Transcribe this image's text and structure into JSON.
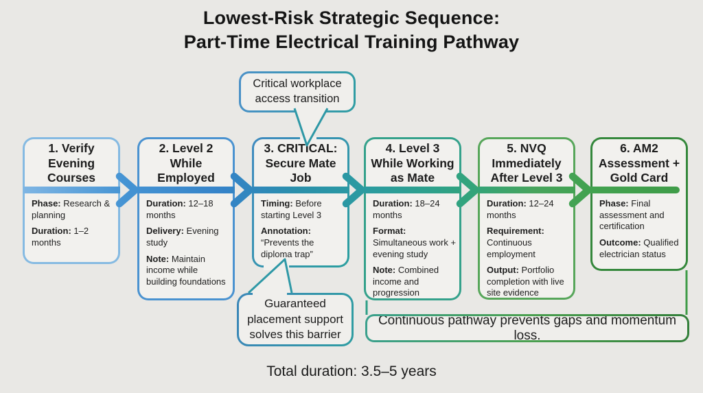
{
  "title": "Lowest-Risk Strategic Sequence:\nPart-Time Electrical Training Pathway",
  "callout_top": {
    "text": "Critical workplace\naccess transition"
  },
  "callout_bottom": {
    "text": "Guaranteed\nplacement support\nsolves this barrier"
  },
  "steps": [
    {
      "heading": "1. Verify\nEvening\nCourses",
      "border_color": "#85bae2",
      "fields": [
        {
          "label": "Phase:",
          "text": "Research & planning"
        },
        {
          "label": "Duration:",
          "text": "1–2 months"
        }
      ]
    },
    {
      "heading": "2. Level 2\nWhile\nEmployed",
      "border_color": "#4a92d0",
      "fields": [
        {
          "label": "Duration:",
          "text": "12–18 months"
        },
        {
          "label": "Delivery:",
          "text": "Evening study"
        },
        {
          "label": "Note:",
          "text": "Maintain income while building foundations"
        }
      ]
    },
    {
      "heading": "3. CRITICAL:\nSecure Mate\nJob",
      "border_color": "#2e95a6",
      "fields": [
        {
          "label": "Timing:",
          "text": "Before starting Level 3"
        },
        {
          "label": "Annotation:",
          "text": "“Prevents the diploma trap”"
        }
      ]
    },
    {
      "heading": "4. Level 3\nWhile Working\nas Mate",
      "border_color": "#34a18b",
      "fields": [
        {
          "label": "Duration:",
          "text": "18–24 months"
        },
        {
          "label": "Format:",
          "text": "Simultaneous work + evening study"
        },
        {
          "label": "Note:",
          "text": "Combined income and progression"
        }
      ]
    },
    {
      "heading": "5. NVQ\nImmediately\nAfter Level 3",
      "border_color": "#57a65a",
      "fields": [
        {
          "label": "Duration:",
          "text": "12–24 months"
        },
        {
          "label": "Requirement:",
          "text": "Continuous employment"
        },
        {
          "label": "Output:",
          "text": "Portfolio completion with live site evidence"
        }
      ]
    },
    {
      "heading": "6. AM2\nAssessment +\nGold Card",
      "border_color": "#35883c",
      "fields": [
        {
          "label": "Phase:",
          "text": "Final assessment and certification"
        },
        {
          "label": "Outcome:",
          "text": "Qualified electrician status"
        }
      ]
    }
  ],
  "banner": "Continuous pathway prevents gaps and momentum loss.",
  "footer": "Total duration: 3.5–5 years",
  "colors": {
    "background": "#e9e8e5",
    "box_fill": "#f2f1ee",
    "arrow_gradient": [
      "#8cbde7",
      "#4493d3",
      "#3583c8",
      "#2b9ba0",
      "#2ea18a",
      "#48a45d",
      "#3f9b47"
    ],
    "box_borders": [
      "#85bae2",
      "#4a92d0",
      "#2e95a6",
      "#34a18b",
      "#57a65a",
      "#35883c"
    ],
    "callout_border": "#2e98a6",
    "banner_border_left": "#3aa08d",
    "banner_border_right": "#337f3a"
  }
}
